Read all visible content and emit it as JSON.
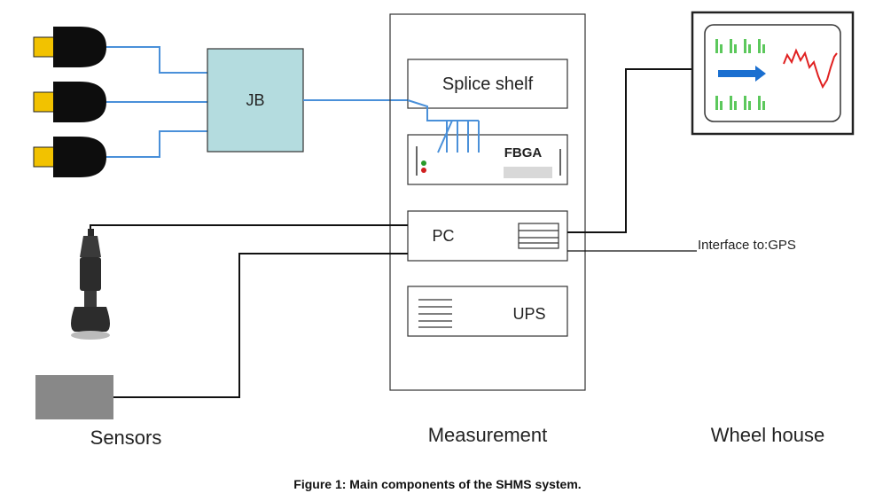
{
  "labels": {
    "jb": "JB",
    "splice_shelf": "Splice shelf",
    "fbga": "FBGA",
    "pc": "PC",
    "ups": "UPS",
    "interface": "Interface to:GPS",
    "sensors": "Sensors",
    "measurement": "Measurement",
    "wheel_house": "Wheel house"
  },
  "caption": "Figure 1: Main components of the SHMS system.",
  "colors": {
    "fiber": "#4a90d9",
    "cable": "#111111",
    "jb_fill": "#b4dcdf",
    "connector_tip": "#f2c200",
    "display_green": "#5cc85c",
    "display_arrow": "#1a6fd0",
    "display_trace": "#e02020",
    "box_stroke": "#333333",
    "sensor_block": "#888888"
  },
  "icons": [
    "fiber-connector-icon",
    "accelerometer-icon",
    "status-led-icon",
    "display-screen-icon"
  ]
}
